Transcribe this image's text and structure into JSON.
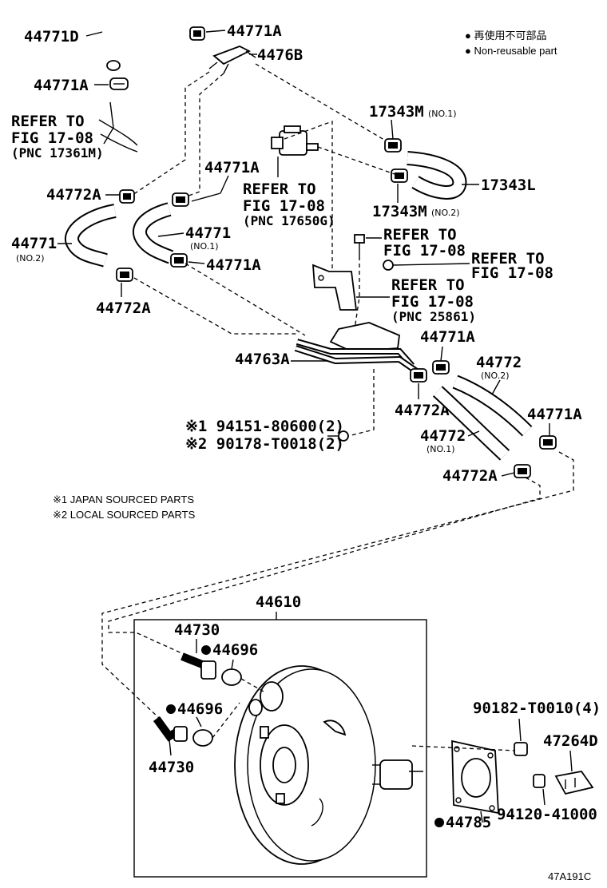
{
  "legend": {
    "line1": "● 再使用不可部品",
    "line2": "● Non-reusable part"
  },
  "notes": {
    "note1": "※1 JAPAN SOURCED PARTS",
    "note2": "※2 LOCAL SOURCED PARTS"
  },
  "figure_code": "47A191C",
  "labels": {
    "p44771D": "44771D",
    "p44771A_top": "44771A",
    "p4476B": "4476B",
    "p44771A_left": "44771A",
    "refer1_a": "REFER TO",
    "refer1_b": "FIG 17-08",
    "refer1_c": "(PNC 17361M)",
    "p17343M1": "17343M",
    "p17343M1_sub": "(NO.1)",
    "p17343L": "17343L",
    "p17343M2": "17343M",
    "p17343M2_sub": "(NO.2)",
    "refer2_a": "REFER TO",
    "refer2_b": "FIG 17-08",
    "refer2_c": "(PNC 17650G)",
    "p44771A_mid": "44771A",
    "p44772A_left": "44772A",
    "p44771_no2": "44771",
    "p44771_no2_sub": "(NO.2)",
    "p44771_no1": "44771",
    "p44771_no1_sub": "(NO.1)",
    "p44771A_mid2": "44771A",
    "p44772A_left2": "44772A",
    "refer3_a": "REFER TO",
    "refer3_b": "FIG 17-08",
    "refer4_a": "REFER TO",
    "refer4_b": "FIG 17-08",
    "refer5_a": "REFER TO",
    "refer5_b": "FIG 17-08",
    "refer5_c": "(PNC 25861)",
    "p44771A_r1": "44771A",
    "p44763A": "44763A",
    "p44772_no2": "44772",
    "p44772_no2_sub": "(NO.2)",
    "p44771A_r2": "44771A",
    "p44772A_r1": "44772A",
    "p44772_no1": "44772",
    "p44772_no1_sub": "(NO.1)",
    "p44772A_r2": "44772A",
    "nut1": "※1 94151-80600(2)",
    "nut2": "※2 90178-T0018(2)",
    "p44610": "44610",
    "p44730_a": "44730",
    "p44696_a": "44696",
    "p44696_b": "44696",
    "p44730_b": "44730",
    "p90182": "90182-T0010(4)",
    "p47264D": "47264D",
    "p94120": "94120-41000",
    "p44785": "44785"
  }
}
